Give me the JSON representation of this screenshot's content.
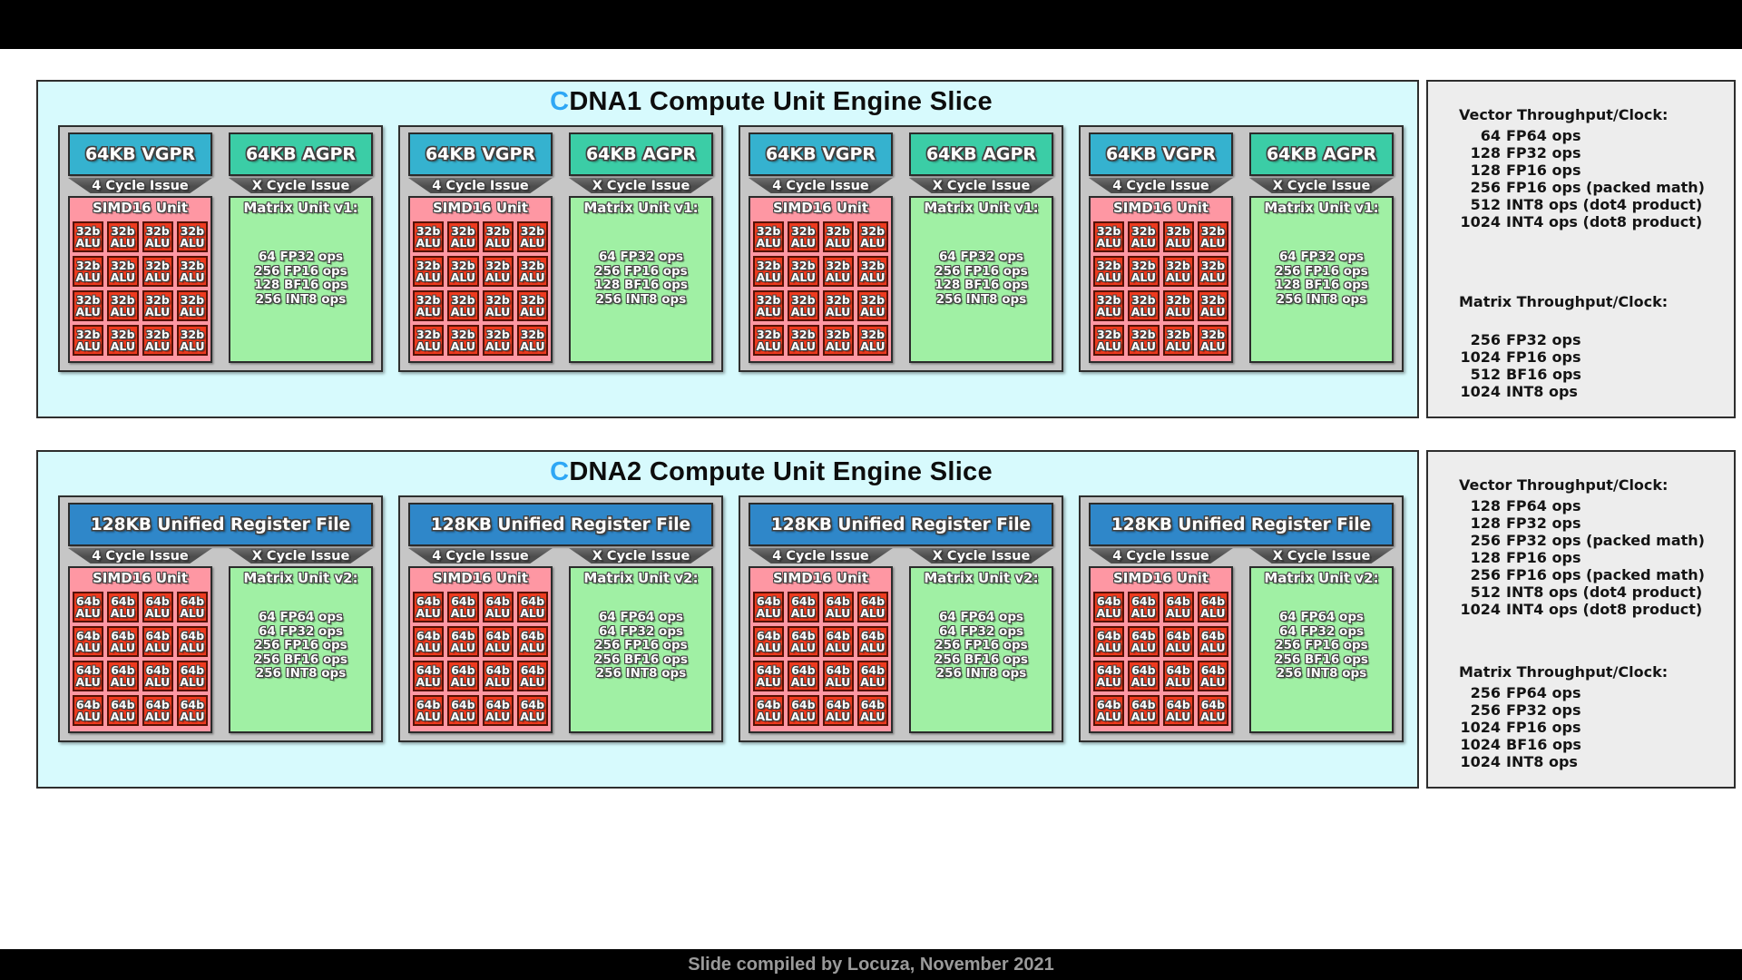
{
  "footer": {
    "text": "Slide compiled by Locuza, November 2021"
  },
  "colors": {
    "accent": "#2ea7f5",
    "panel_bg": "#d7fafd",
    "panel_border": "#2e2e2e",
    "side_bg": "#ededed",
    "block_bg": "#c6c6c6",
    "vgpr": "#35b2cf",
    "agpr": "#3bcda6",
    "unified": "#2f87c9",
    "issue": "#4d4d4d",
    "simd_bg": "#fe97a3",
    "alu": "#ee3a1e",
    "alu_border": "#551103",
    "matrix_bg": "#a0f0a4",
    "footer_text": "#9a9a9a"
  },
  "slices": [
    {
      "title_accent": "C",
      "title_rest": "DNA1 Compute Unit Engine Slice",
      "cu_count": 4,
      "register_boxes": [
        {
          "label": "64KB VGPR",
          "color": "vgpr"
        },
        {
          "label": "64KB AGPR",
          "color": "agpr"
        }
      ],
      "issue_labels": [
        "4 Cycle Issue",
        "X Cycle Issue"
      ],
      "simd_title": "SIMD16 Unit",
      "alu_cell_lines": [
        "32b",
        "ALU"
      ],
      "alu_cell_count": 16,
      "matrix_title": "Matrix Unit v1:",
      "matrix_ops": [
        "64 FP32 ops",
        "256 FP16 ops",
        "128 BF16 ops",
        "256 INT8 ops"
      ],
      "sidebar": {
        "vector_heading": "Vector Throughput/Clock:",
        "vector_lines": [
          {
            "num": "64",
            "label": "FP64 ops"
          },
          {
            "num": "128",
            "label": "FP32 ops"
          },
          {
            "num": "128",
            "label": "FP16 ops"
          },
          {
            "num": "256",
            "label": "FP16 ops (packed math)"
          },
          {
            "num": "512",
            "label": "INT8 ops (dot4 product)"
          },
          {
            "num": "1024",
            "label": "INT4 ops (dot8 product)"
          }
        ],
        "matrix_heading": "Matrix Throughput/Clock:",
        "matrix_blank_line_after_heading": true,
        "matrix_lines": [
          {
            "num": "256",
            "label": "FP32 ops"
          },
          {
            "num": "1024",
            "label": "FP16 ops"
          },
          {
            "num": "512",
            "label": "BF16 ops"
          },
          {
            "num": "1024",
            "label": "INT8 ops"
          }
        ]
      }
    },
    {
      "title_accent": "C",
      "title_rest": "DNA2 Compute Unit Engine Slice",
      "cu_count": 4,
      "register_boxes": [
        {
          "label": "128KB Unified Register File",
          "color": "unified"
        }
      ],
      "issue_labels": [
        "4 Cycle Issue",
        "X Cycle Issue"
      ],
      "simd_title": "SIMD16 Unit",
      "alu_cell_lines": [
        "64b",
        "ALU"
      ],
      "alu_cell_count": 16,
      "matrix_title": "Matrix Unit v2:",
      "matrix_ops": [
        "64 FP64 ops",
        "64 FP32 ops",
        "256 FP16 ops",
        "256 BF16 ops",
        "256 INT8 ops"
      ],
      "sidebar": {
        "vector_heading": "Vector Throughput/Clock:",
        "vector_lines": [
          {
            "num": "128",
            "label": "FP64 ops"
          },
          {
            "num": "128",
            "label": "FP32 ops"
          },
          {
            "num": "256",
            "label": "FP32 ops (packed math)"
          },
          {
            "num": "128",
            "label": "FP16 ops"
          },
          {
            "num": "256",
            "label": "FP16 ops (packed math)"
          },
          {
            "num": "512",
            "label": "INT8 ops (dot4 product)"
          },
          {
            "num": "1024",
            "label": "INT4 ops (dot8 product)"
          }
        ],
        "matrix_heading": "Matrix Throughput/Clock:",
        "matrix_blank_line_after_heading": false,
        "matrix_lines": [
          {
            "num": "256",
            "label": "FP64 ops"
          },
          {
            "num": "256",
            "label": "FP32 ops"
          },
          {
            "num": "1024",
            "label": "FP16 ops"
          },
          {
            "num": "1024",
            "label": "BF16 ops"
          },
          {
            "num": "1024",
            "label": "INT8 ops"
          }
        ]
      }
    }
  ]
}
